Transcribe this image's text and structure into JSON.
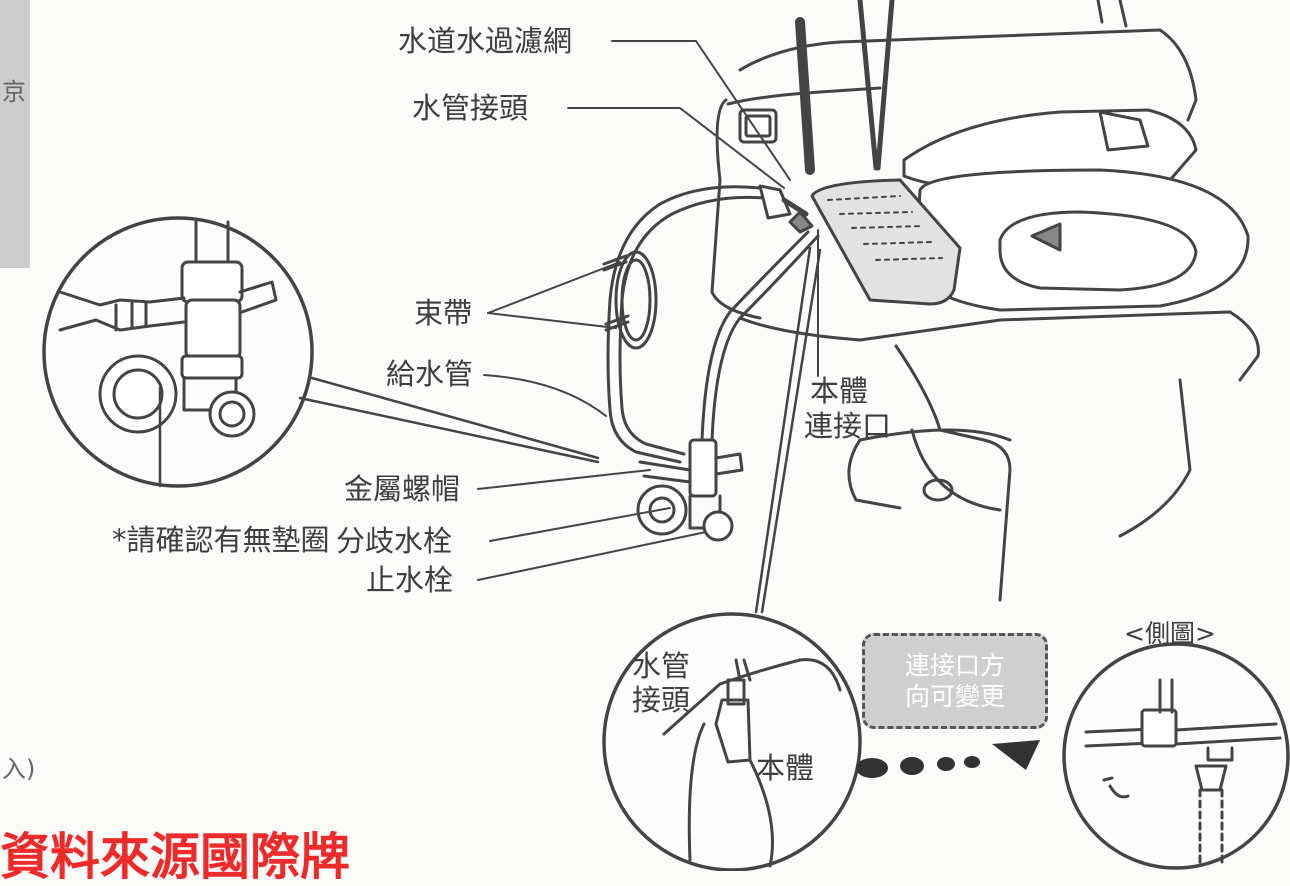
{
  "labels": {
    "filter": "水道水過濾網",
    "hose_joint": "水管接頭",
    "band": "束帶",
    "supply_pipe": "給水管",
    "body_port_1": "本體",
    "body_port_2": "連接口",
    "metal_nut": "金屬螺帽",
    "branch_valve": "分歧水栓",
    "stop_valve": "止水栓",
    "check_gasket": "*請確認有無墊圈",
    "detail_hose_joint_1": "水管",
    "detail_hose_joint_2": "接頭",
    "detail_body": "本體",
    "side_view": "<側圖>"
  },
  "note_box": {
    "line1": "連接口方",
    "line2": "向可變更"
  },
  "edge_fragments": {
    "left_top": "京",
    "left_bottom": "入)"
  },
  "watermark": "資料來源國際牌"
}
